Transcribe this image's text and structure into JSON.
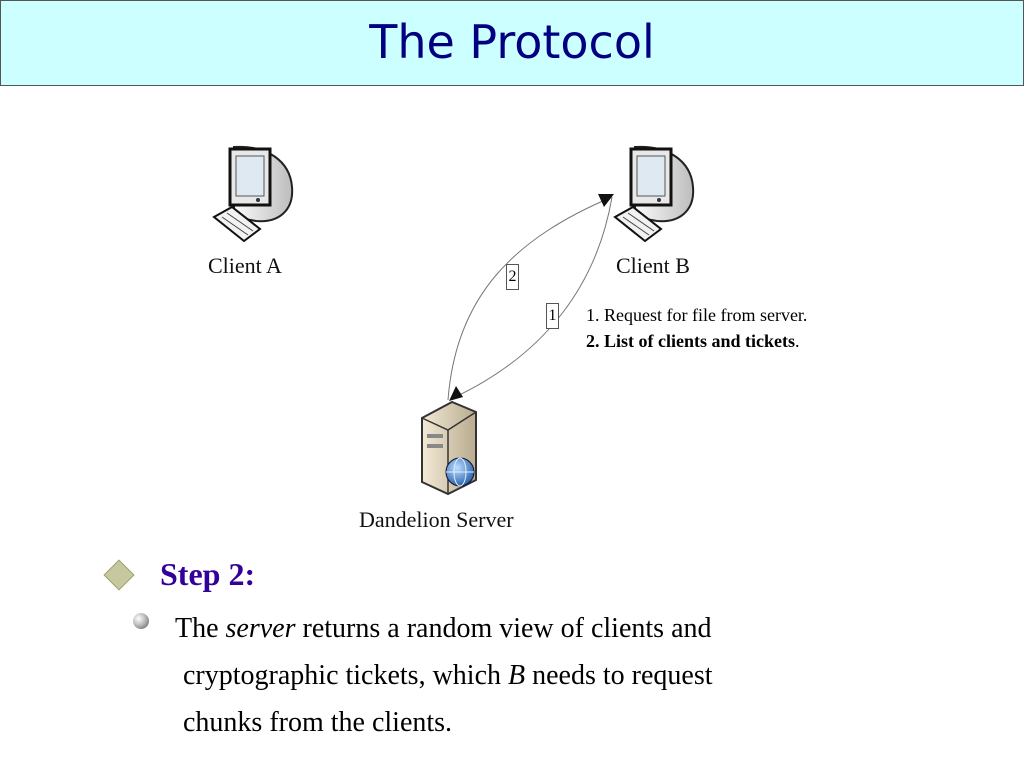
{
  "slide": {
    "title": "The Protocol"
  },
  "diagram": {
    "nodes": {
      "client_a": "Client A",
      "client_b": "Client B",
      "server": "Dandelion Server"
    },
    "arrow_labels": {
      "arrow_1": "1",
      "arrow_2": "2"
    },
    "legend": {
      "item1": "1.  Request for file from server.",
      "item2": "2.  List of clients and tickets",
      "item2_suffix": "."
    }
  },
  "bullets": {
    "step_heading": "Step 2:",
    "sub": {
      "p1": "The ",
      "p2": "server",
      "p3": " returns a random view of  clients and",
      "p4": "cryptographic tickets, which ",
      "p5": "B",
      "p6": " needs  to request",
      "p7": "chunks from the clients."
    }
  },
  "colors": {
    "title_bg": "#ccffff",
    "title_text": "#000080",
    "step_heading": "#330099"
  }
}
